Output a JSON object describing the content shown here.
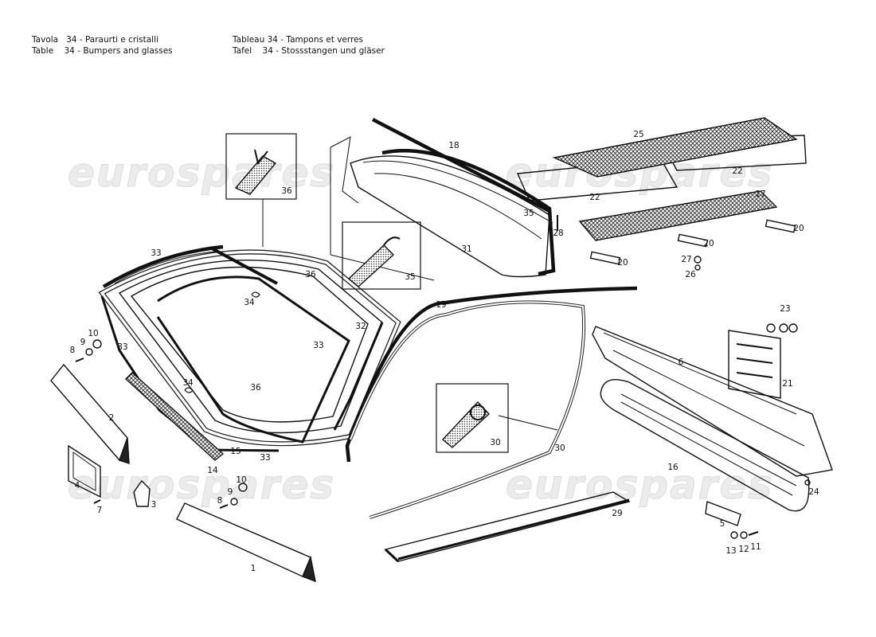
{
  "header": {
    "line1_left": "Tavola   34 - Paraurti e cristalli",
    "line2_left": "Table    34 - Bumpers and glasses",
    "line1_right": "Tableau 34 - Tampons et verres",
    "line2_right": "Tafel    34 - Stossstangen und gläser"
  },
  "watermark": {
    "text": "eurospares"
  },
  "callouts": {
    "n1": "1",
    "n2": "2",
    "n3": "3",
    "n4": "4",
    "n5": "5",
    "n6": "6",
    "n7": "7",
    "n8a": "8",
    "n9a": "9",
    "n10a": "10",
    "n8b": "8",
    "n9b": "9",
    "n10b": "10",
    "n11": "11",
    "n12": "12",
    "n13": "13",
    "n14": "14",
    "n15": "15",
    "n16": "16",
    "n17": "17",
    "n18": "18",
    "n19": "19",
    "n20a": "20",
    "n20b": "20",
    "n20c": "20",
    "n21": "21",
    "n22a": "22",
    "n22b": "22",
    "n23": "23",
    "n24": "24",
    "n25": "25",
    "n26": "26",
    "n27": "27",
    "n28": "28",
    "n29": "29",
    "n30a": "30",
    "n30b": "30",
    "n31": "31",
    "n32": "32",
    "n33a": "33",
    "n33b": "33",
    "n33c": "33",
    "n33d": "33",
    "n34a": "34",
    "n34b": "34",
    "n35a": "35",
    "n35b": "35",
    "n36a": "36",
    "n36b": "36",
    "n36c": "36"
  }
}
